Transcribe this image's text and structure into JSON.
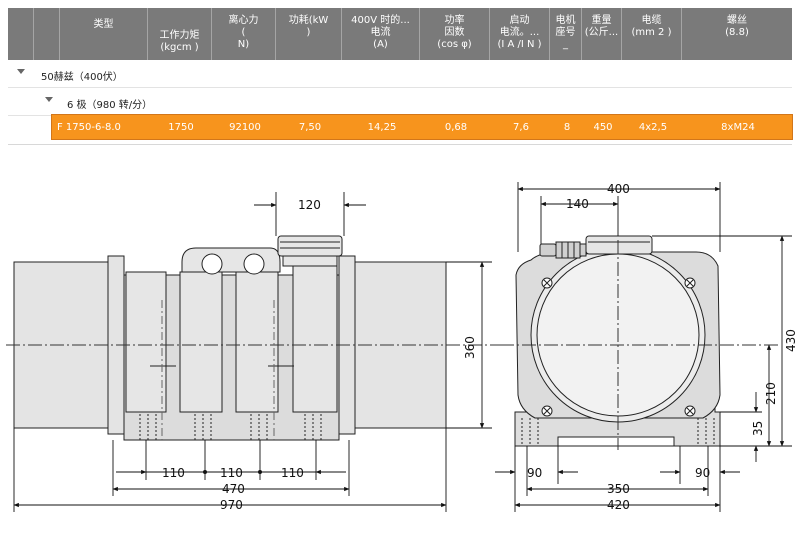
{
  "table": {
    "headers": [
      {
        "id": "type",
        "top": "类型",
        "bottom": ""
      },
      {
        "id": "torque",
        "top": "",
        "bottom": "工作力矩\n(kgcm )"
      },
      {
        "id": "force",
        "top": "离心力\n(\nN)",
        "bottom": ""
      },
      {
        "id": "power",
        "top": "功耗(kW\n)",
        "bottom": ""
      },
      {
        "id": "current",
        "top": "400V 时的...\n电流\n(A)",
        "bottom": ""
      },
      {
        "id": "cosphi",
        "top": "功率\n因数\n(cos φ)",
        "bottom": ""
      },
      {
        "id": "start",
        "top": "启动\n电流。...\n(I A /I N )",
        "bottom": ""
      },
      {
        "id": "frame",
        "top": "电机\n座号\n_",
        "bottom": ""
      },
      {
        "id": "weight",
        "top": "重量\n(公斤...",
        "bottom": ""
      },
      {
        "id": "cable",
        "top": "电缆\n(mm 2 )",
        "bottom": ""
      },
      {
        "id": "bolt",
        "top": "螺丝\n(8.8)",
        "bottom": ""
      }
    ],
    "group1": "50赫兹（400伏）",
    "group2": "6 极（980 转/分）",
    "row": {
      "type": "F 1750-6-8.0",
      "torque": "1750",
      "force": "92100",
      "power": "7,50",
      "current": "14,25",
      "cosphi": "0,68",
      "start": "7,6",
      "frame": "8",
      "weight": "450",
      "cable": "4x2,5",
      "bolt": "8xM24"
    },
    "colors": {
      "header": "#7a7a7a",
      "highlight": "#f7941d"
    }
  },
  "drawing": {
    "dims": {
      "d120": "120",
      "d360": "360",
      "d110a": "110",
      "d110b": "110",
      "d110c": "110",
      "d470": "470",
      "d970": "970",
      "d400": "400",
      "d140": "140",
      "d430": "430",
      "d210": "210",
      "d35": "35",
      "d90a": "90",
      "d90b": "90",
      "d350": "350",
      "d420": "420"
    }
  }
}
